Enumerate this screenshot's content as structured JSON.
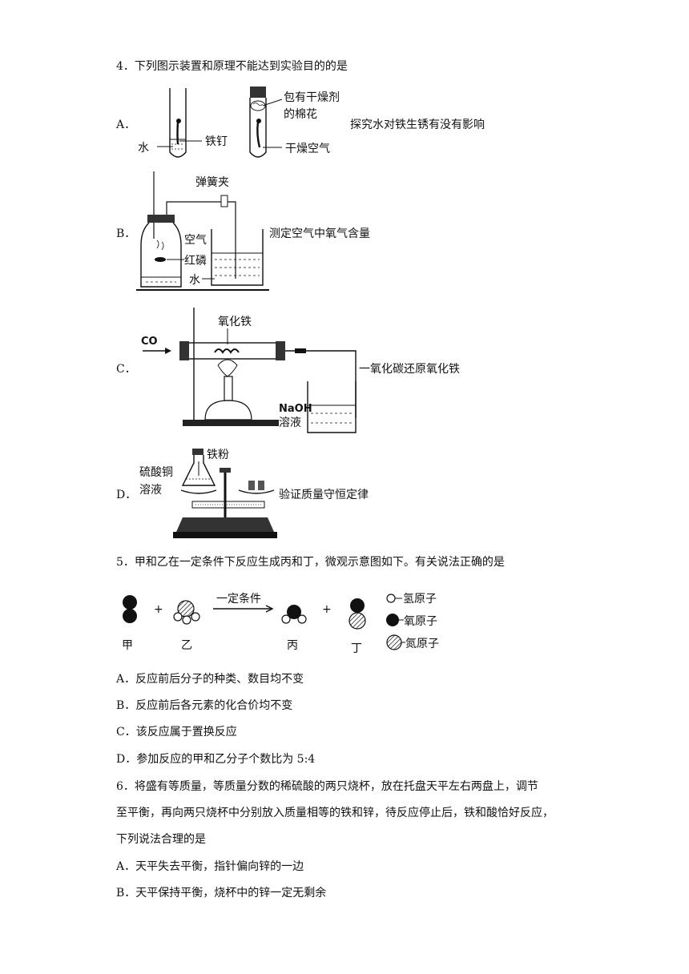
{
  "q4": {
    "stem": "4．下列图示装置和原理不能达到实验目的的是",
    "options": {
      "A": {
        "letter": "A．",
        "purpose": "探究水对铁生锈有没有影响",
        "labels": {
          "water": "水",
          "nail": "铁钉",
          "dry_air": "干燥空气",
          "cotton_1": "包有干燥剂",
          "cotton_2": "的棉花"
        }
      },
      "B": {
        "letter": "B．",
        "purpose": "测定空气中氧气含量",
        "labels": {
          "clamp": "弹簧夹",
          "air": "空气",
          "red_p": "红磷",
          "water": "水"
        }
      },
      "C": {
        "letter": "C．",
        "purpose": "一氧化碳还原氧化铁",
        "labels": {
          "co": "CO",
          "fe2o3": "氧化铁",
          "naoh_1": "NaOH",
          "naoh_2": "溶液"
        }
      },
      "D": {
        "letter": "D．",
        "purpose": "验证质量守恒定律",
        "labels": {
          "iron_powder": "铁粉",
          "cuso4_1": "硫酸铜",
          "cuso4_2": "溶液"
        }
      }
    }
  },
  "q5": {
    "stem": "5．甲和乙在一定条件下反应生成丙和丁，微观示意图如下。有关说法正确的是",
    "diagram": {
      "condition": "一定条件",
      "plus": "+",
      "names": [
        "甲",
        "乙",
        "丙",
        "丁"
      ],
      "legend": [
        "氢原子",
        "氧原子",
        "氮原子"
      ]
    },
    "options": [
      "A．反应前后分子的种类、数目均不变",
      "B．反应前后各元素的化合价均不变",
      "C．该反应属于置换反应",
      "D．参加反应的甲和乙分子个数比为 5:4"
    ]
  },
  "q6": {
    "stem_lines": [
      "6．将盛有等质量，等质量分数的稀硫酸的两只烧杯，放在托盘天平左右两盘上，调节",
      "至平衡，再向两只烧杯中分别放入质量相等的铁和锌，待反应停止后，铁和酸恰好反应，",
      "下列说法合理的是"
    ],
    "options": [
      "A．天平失去平衡，指针偏向锌的一边",
      "B．天平保持平衡，烧杯中的锌一定无剩余"
    ]
  }
}
